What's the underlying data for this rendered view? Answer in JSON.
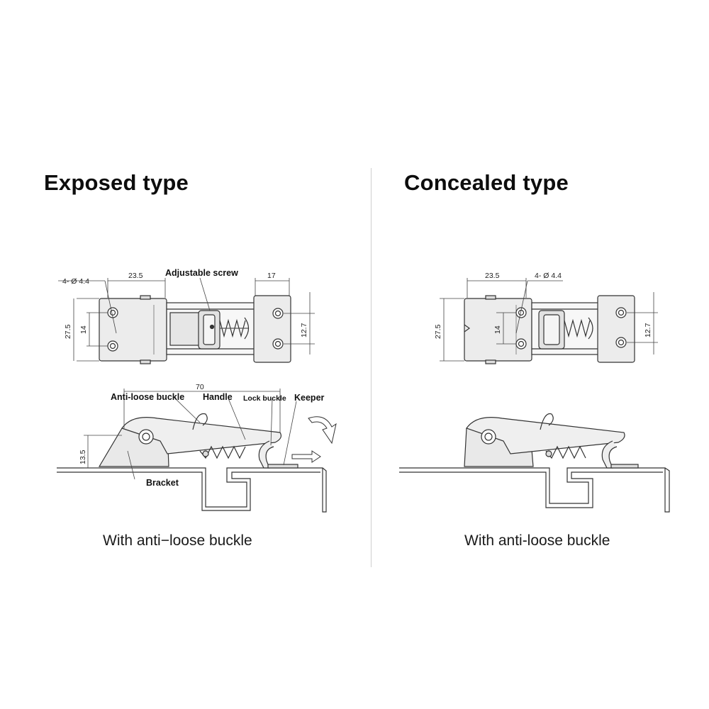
{
  "panels": {
    "exposed": {
      "title": "Exposed type",
      "caption": "With anti−loose buckle"
    },
    "concealed": {
      "title": "Concealed type",
      "caption": "With anti-loose buckle"
    }
  },
  "dimensions": {
    "exposed": {
      "holes": "4- Ø 4.4",
      "width_base": "23.5",
      "width_keeper": "17",
      "height_total": "27.5",
      "hole_spacing": "14",
      "keeper_hole_spacing": "12.7",
      "overall_length": "70",
      "bracket_height": "13.5"
    },
    "concealed": {
      "holes": "4- Ø 4.4",
      "width_base": "23.5",
      "height_total": "27.5",
      "hole_spacing": "14",
      "keeper_hole_spacing": "12.7"
    }
  },
  "callouts": {
    "adjustable_screw": "Adjustable screw",
    "anti_loose_buckle": "Anti-loose buckle",
    "handle": "Handle",
    "lock_buckle": "Lock buckle",
    "keeper": "Keeper",
    "bracket": "Bracket"
  },
  "colors": {
    "line": "#333333",
    "fill": "#f2f2f2",
    "divider": "#cfcfcf"
  }
}
